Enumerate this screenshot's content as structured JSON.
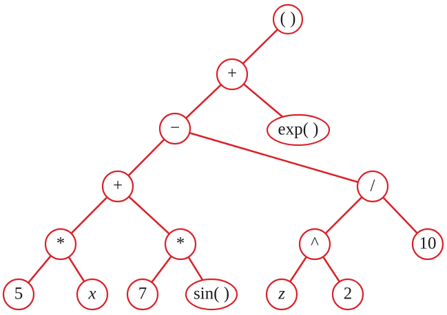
{
  "colors": {
    "line": "#d8232a",
    "text": "#1a1a1a",
    "background": "#ffffff"
  },
  "nodes": [
    {
      "id": "root",
      "label": "( )",
      "italic": false
    },
    {
      "id": "plus1",
      "label": "+",
      "italic": false
    },
    {
      "id": "minus",
      "label": "−",
      "italic": false
    },
    {
      "id": "exp",
      "label": "exp( )",
      "italic": false
    },
    {
      "id": "plus2",
      "label": "+",
      "italic": false
    },
    {
      "id": "div",
      "label": "/",
      "italic": false
    },
    {
      "id": "mul1",
      "label": "*",
      "italic": false
    },
    {
      "id": "mul2",
      "label": "*",
      "italic": false
    },
    {
      "id": "pow",
      "label": "^",
      "italic": false
    },
    {
      "id": "ten",
      "label": "10",
      "italic": false
    },
    {
      "id": "five",
      "label": "5",
      "italic": false
    },
    {
      "id": "x",
      "label": "x",
      "italic": true
    },
    {
      "id": "seven",
      "label": "7",
      "italic": false
    },
    {
      "id": "sin",
      "label": "sin( )",
      "italic": false
    },
    {
      "id": "z",
      "label": "z",
      "italic": true
    },
    {
      "id": "two",
      "label": "2",
      "italic": false
    }
  ],
  "edges": [
    [
      "root",
      "plus1"
    ],
    [
      "plus1",
      "minus"
    ],
    [
      "plus1",
      "exp"
    ],
    [
      "minus",
      "plus2"
    ],
    [
      "minus",
      "div"
    ],
    [
      "plus2",
      "mul1"
    ],
    [
      "plus2",
      "mul2"
    ],
    [
      "div",
      "pow"
    ],
    [
      "div",
      "ten"
    ],
    [
      "mul1",
      "five"
    ],
    [
      "mul1",
      "x"
    ],
    [
      "mul2",
      "seven"
    ],
    [
      "mul2",
      "sin"
    ],
    [
      "pow",
      "z"
    ],
    [
      "pow",
      "two"
    ]
  ]
}
